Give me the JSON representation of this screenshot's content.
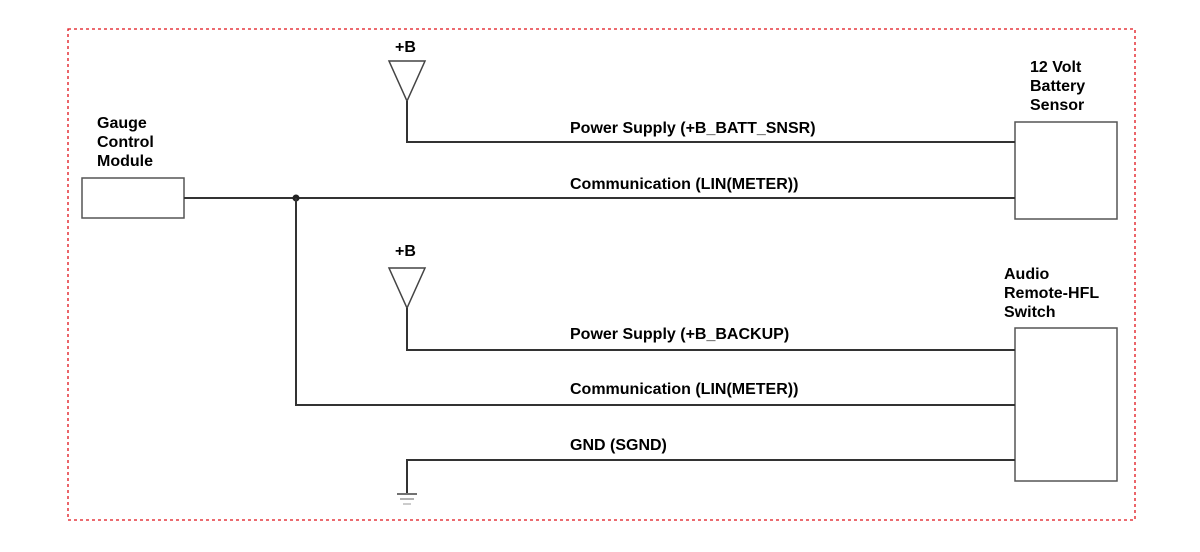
{
  "components": {
    "gauge_control_module": [
      "Gauge",
      "Control",
      "Module"
    ],
    "battery_sensor": [
      "12 Volt",
      "Battery",
      "Sensor"
    ],
    "audio_switch": [
      "Audio",
      "Remote-HFL",
      "Switch"
    ]
  },
  "supplies": {
    "top": "+B",
    "middle": "+B"
  },
  "wires": {
    "batt_power": "Power Supply (+B_BATT_SNSR)",
    "batt_comm": "Communication (LIN(METER))",
    "switch_power": "Power Supply (+B_BACKUP)",
    "switch_comm": "Communication (LIN(METER))",
    "switch_gnd": "GND (SGND)"
  },
  "colors": {
    "frame": "#e0131a",
    "wire": "#333333",
    "text": "#000000"
  }
}
